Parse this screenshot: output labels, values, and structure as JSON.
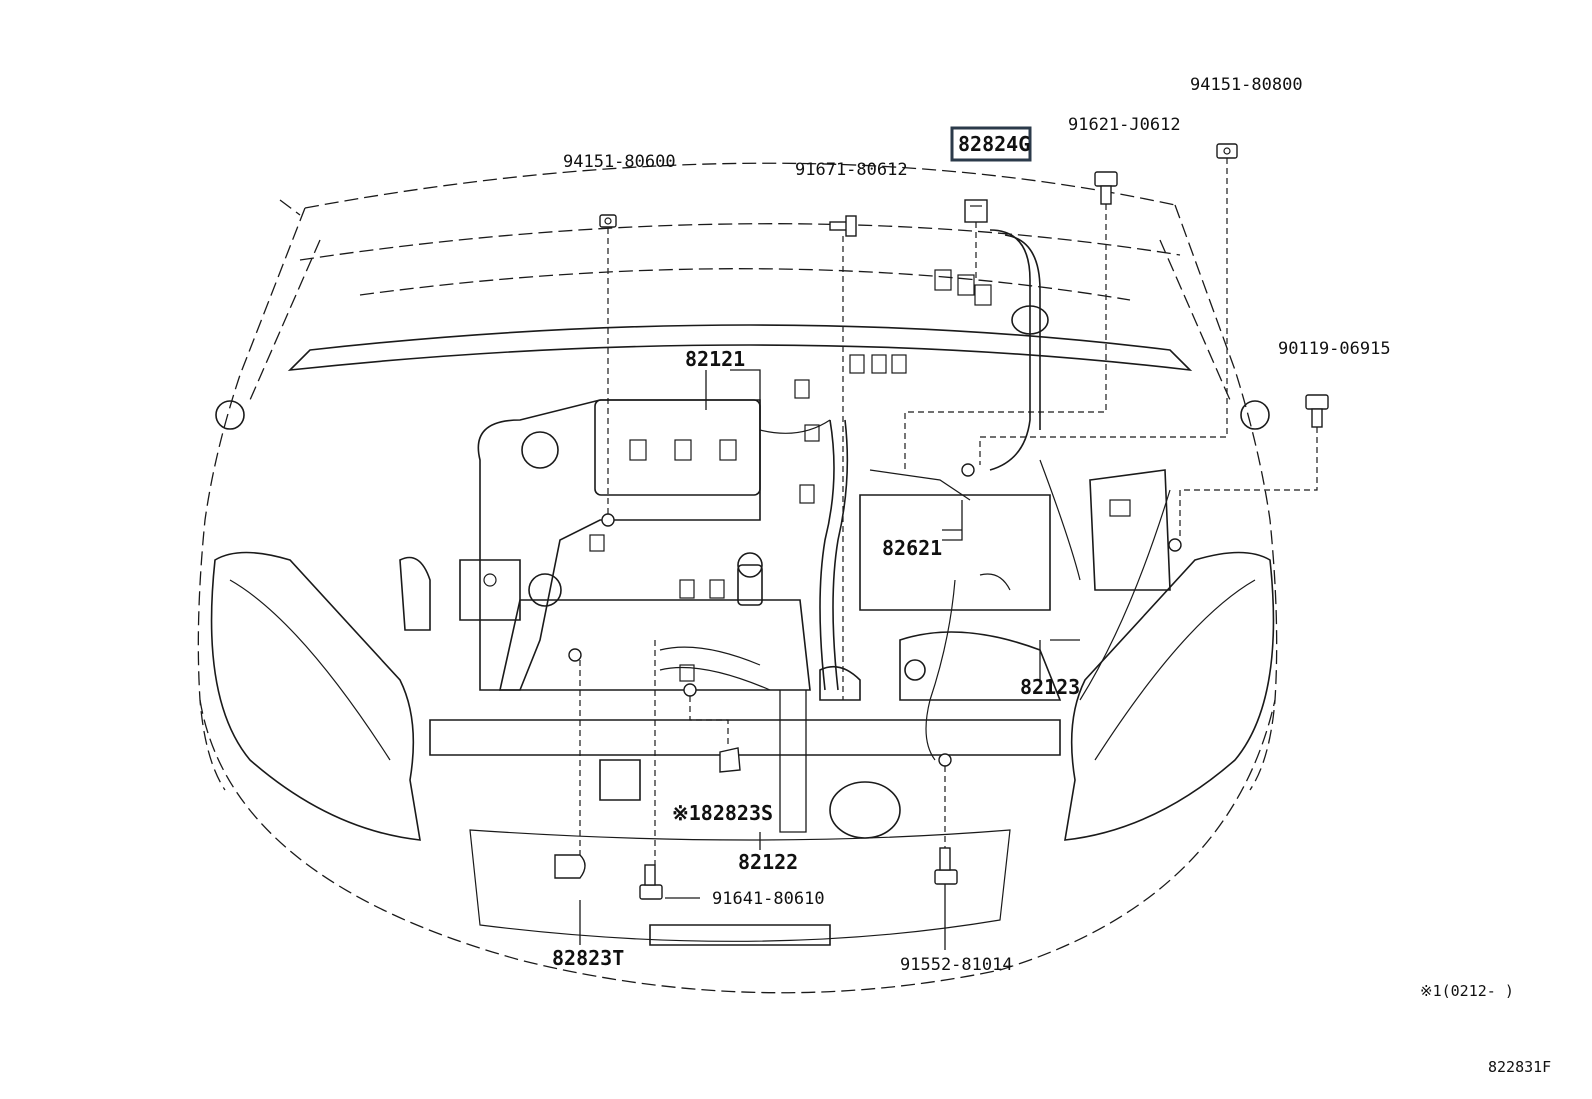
{
  "labels": {
    "p94151_80600": "94151-80600",
    "p91671_80612": "91671-80612",
    "p82824G": "82824G",
    "p91621_J0612": "91621-J0612",
    "p94151_80800": "94151-80800",
    "p90119_06915": "90119-06915",
    "p82121": "82121",
    "p82621": "82621",
    "p82123": "82123",
    "p82823S": "※182823S",
    "p82122": "82122",
    "p91641_80610": "91641-80610",
    "p82823T": "82823T",
    "p91552_81014": "91552-81014"
  },
  "notes": {
    "footnote": "※1(0212-     )",
    "diagram_code": "822831F"
  }
}
